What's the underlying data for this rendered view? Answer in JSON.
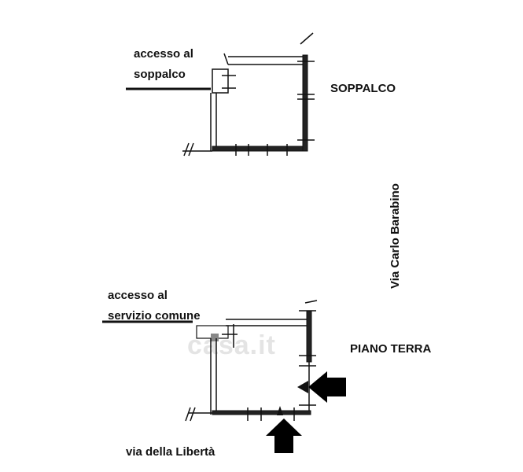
{
  "upper_plan": {
    "access_label_line1": "accesso al",
    "access_label_line2": "soppalco",
    "floor_label": "SOPPALCO"
  },
  "lower_plan": {
    "access_label_line1": "accesso al",
    "access_label_line2": "servizio comune",
    "floor_label": "PIANO TERRA"
  },
  "streets": {
    "east": "Via Carlo Barabino",
    "south": "via della Libertà"
  },
  "watermark": "casa.it"
}
